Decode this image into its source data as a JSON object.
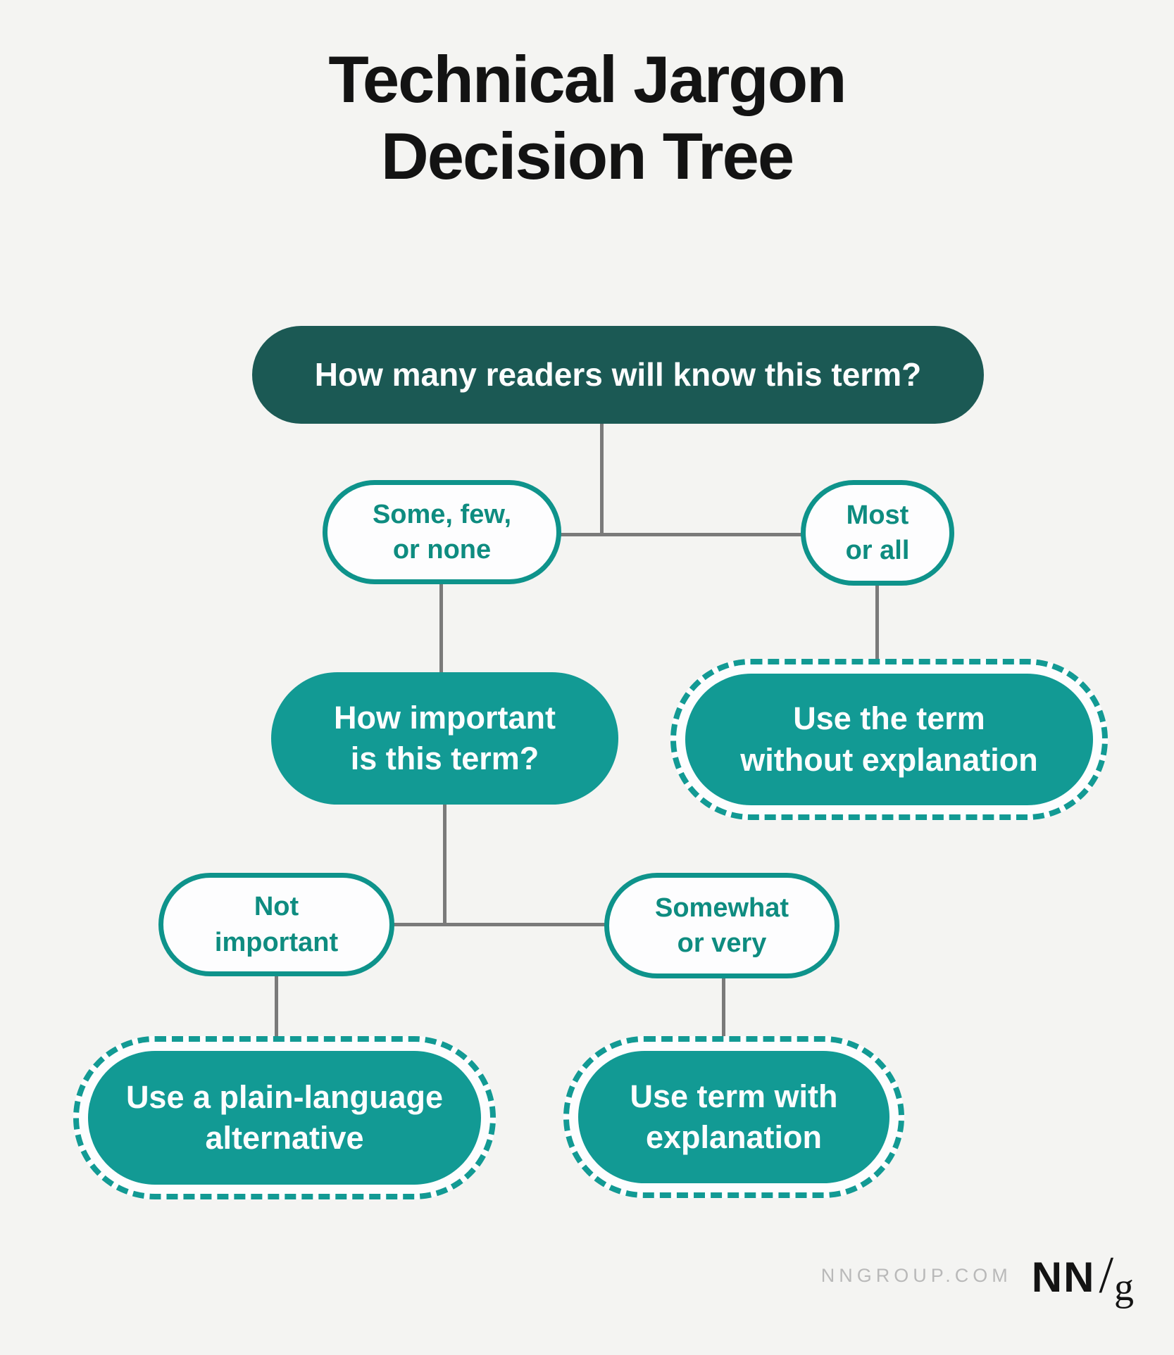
{
  "title": {
    "line1": "Technical Jargon",
    "line2": "Decision Tree"
  },
  "tree": {
    "root": {
      "label": "How many readers will know this term?",
      "type": "question"
    },
    "some_few": {
      "line1": "Some, few,",
      "line2": "or none",
      "type": "answer"
    },
    "most_all": {
      "line1": "Most",
      "line2": "or all",
      "type": "answer"
    },
    "how_important": {
      "line1": "How important",
      "line2": "is this term?",
      "type": "question"
    },
    "use_without": {
      "line1": "Use the term",
      "line2": "without explanation",
      "type": "outcome"
    },
    "not_important": {
      "line1": "Not",
      "line2": "important",
      "type": "answer"
    },
    "somewhat_very": {
      "line1": "Somewhat",
      "line2": "or very",
      "type": "answer"
    },
    "plain_language": {
      "line1": "Use a plain-language",
      "line2": "alternative",
      "type": "outcome"
    },
    "with_explanation": {
      "line1": "Use term with",
      "line2": "explanation",
      "type": "outcome"
    }
  },
  "edges": [
    "root -> some_few",
    "root -> most_all",
    "some_few -> how_important",
    "most_all -> use_without",
    "how_important -> not_important",
    "how_important -> somewhat_very",
    "not_important -> plain_language",
    "somewhat_very -> with_explanation"
  ],
  "footer": {
    "site": "NNGROUP.COM",
    "logo_nn": "NN",
    "logo_slash": "/",
    "logo_g": "g"
  },
  "colors": {
    "background": "#F4F4F2",
    "dark_teal": "#1B5954",
    "teal": "#129A94",
    "teal_border": "#0E938B",
    "teal_text": "#0E8C80",
    "connector_gray": "#7A7A7A",
    "title_black": "#131313",
    "node_white": "#FDFDFE",
    "footer_gray": "#B9B9B9"
  }
}
